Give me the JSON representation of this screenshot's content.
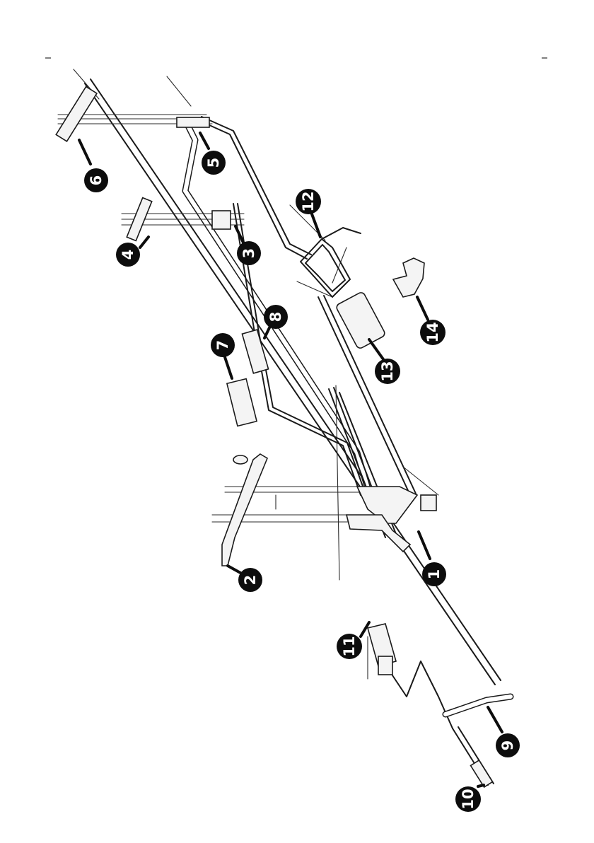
{
  "callouts": [
    {
      "id": "c1",
      "label": "1"
    },
    {
      "id": "c2",
      "label": "2"
    },
    {
      "id": "c3",
      "label": "3"
    },
    {
      "id": "c4",
      "label": "4"
    },
    {
      "id": "c5",
      "label": "5"
    },
    {
      "id": "c6",
      "label": "6"
    },
    {
      "id": "c7",
      "label": "7"
    },
    {
      "id": "c8",
      "label": "8"
    },
    {
      "id": "c9",
      "label": "9"
    },
    {
      "id": "c10",
      "label": "10"
    },
    {
      "id": "c11",
      "label": "11"
    },
    {
      "id": "c12",
      "label": "12"
    },
    {
      "id": "c13",
      "label": "13"
    },
    {
      "id": "c14",
      "label": "14"
    }
  ],
  "colors": {
    "ink": "#0d0d0d",
    "paper": "#ffffff"
  }
}
